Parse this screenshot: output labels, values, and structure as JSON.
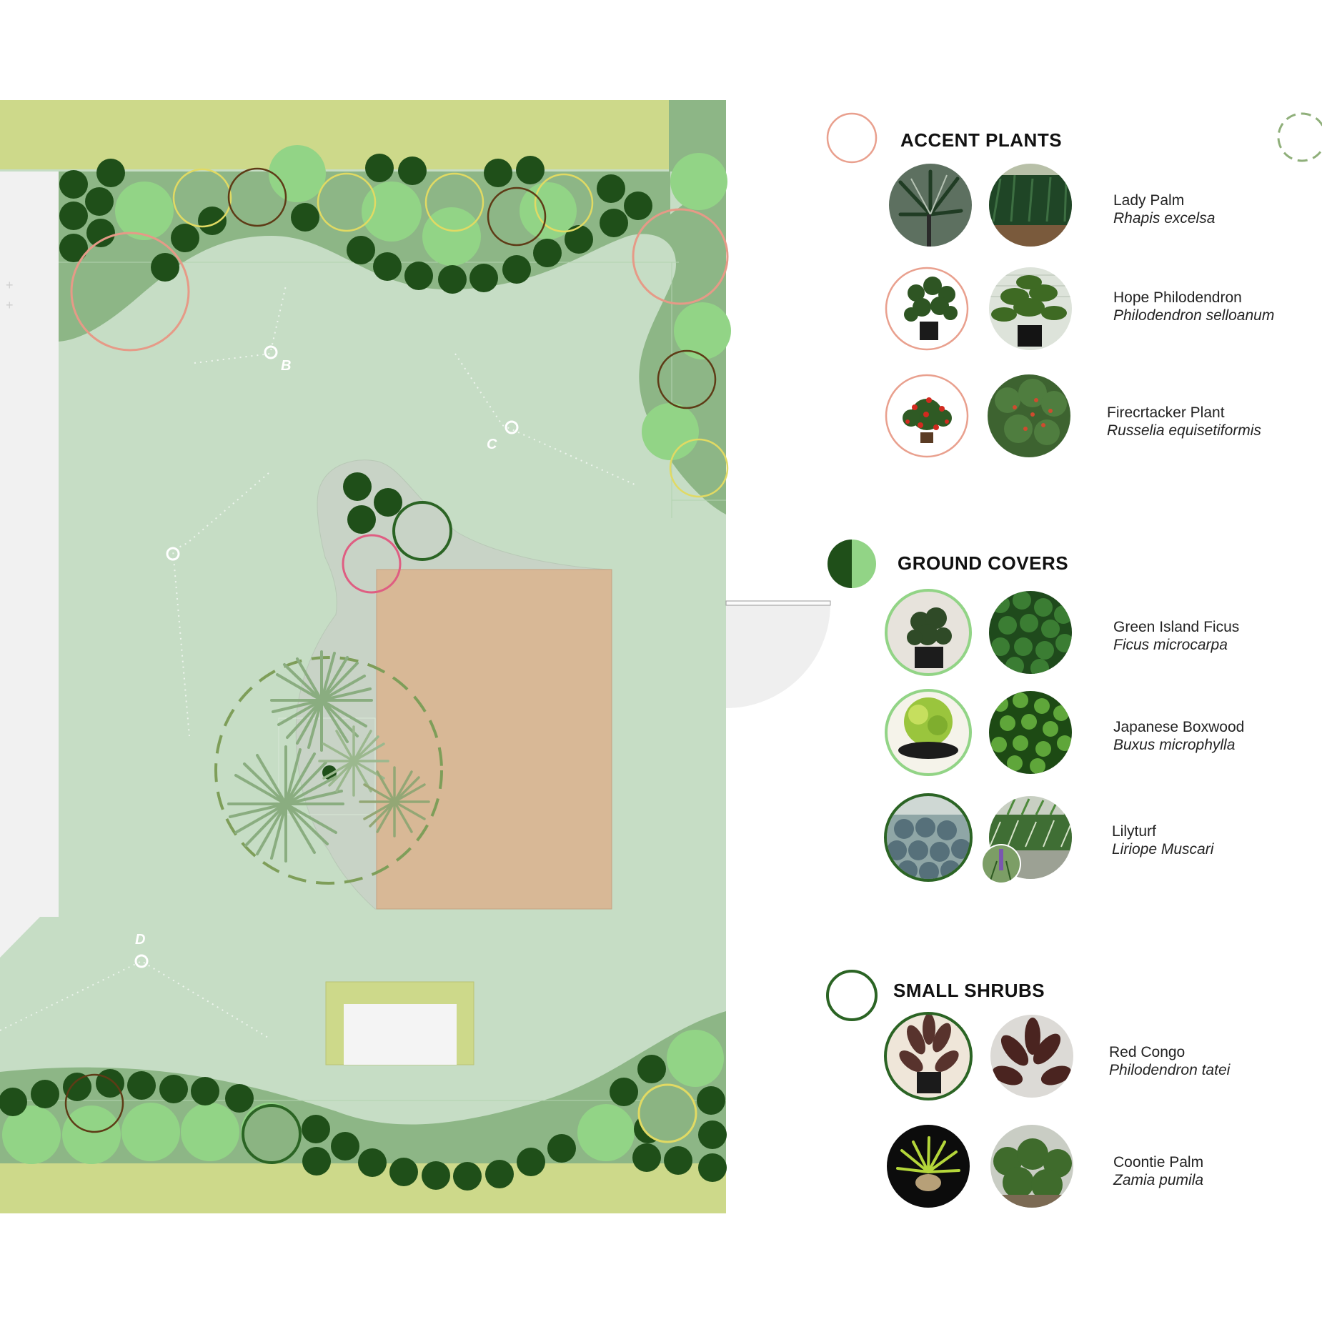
{
  "legend": {
    "accent": {
      "title": "ACCENT PLANTS",
      "plants": [
        {
          "common": "Lady Palm",
          "scientific": "Rhapis excelsa"
        },
        {
          "common": "Hope Philodendron",
          "scientific": "Philodendron selloanum"
        },
        {
          "common": "Firecrtacker Plant",
          "scientific": "Russelia equisetiformis"
        }
      ]
    },
    "ground": {
      "title": "GROUND COVERS",
      "plants": [
        {
          "common": "Green Island Ficus",
          "scientific": "Ficus microcarpa"
        },
        {
          "common": "Japanese Boxwood",
          "scientific": "Buxus microphylla"
        },
        {
          "common": "Lilyturf",
          "scientific": "Liriope Muscari"
        }
      ]
    },
    "shrubs": {
      "title": "SMALL SHRUBS",
      "plants": [
        {
          "common": "Red Congo",
          "scientific": "Philodendron tatei"
        },
        {
          "common": "Coontie Palm",
          "scientific": "Zamia pumila"
        }
      ]
    }
  },
  "markers": [
    "B",
    "C",
    "D"
  ],
  "colors": {
    "lawn": "#c6ddc5",
    "bed": "#8db686",
    "dark_shrub": "#1f4f19",
    "light_shrub": "#92d486",
    "lime_border": "#cdd98a",
    "patio": "#d8b896",
    "path": "#c8d3c6",
    "accent_salmon": "#e69a87",
    "accent_yellow": "#e1da63",
    "accent_brown": "#5e3b16",
    "accent_pink": "#df5e82",
    "shrub_ring": "#2b6424"
  },
  "icons": [
    "accent-plant-ring-icon",
    "ground-cover-split-icon",
    "small-shrub-ring-icon",
    "tree-canopy-dashed-icon"
  ]
}
